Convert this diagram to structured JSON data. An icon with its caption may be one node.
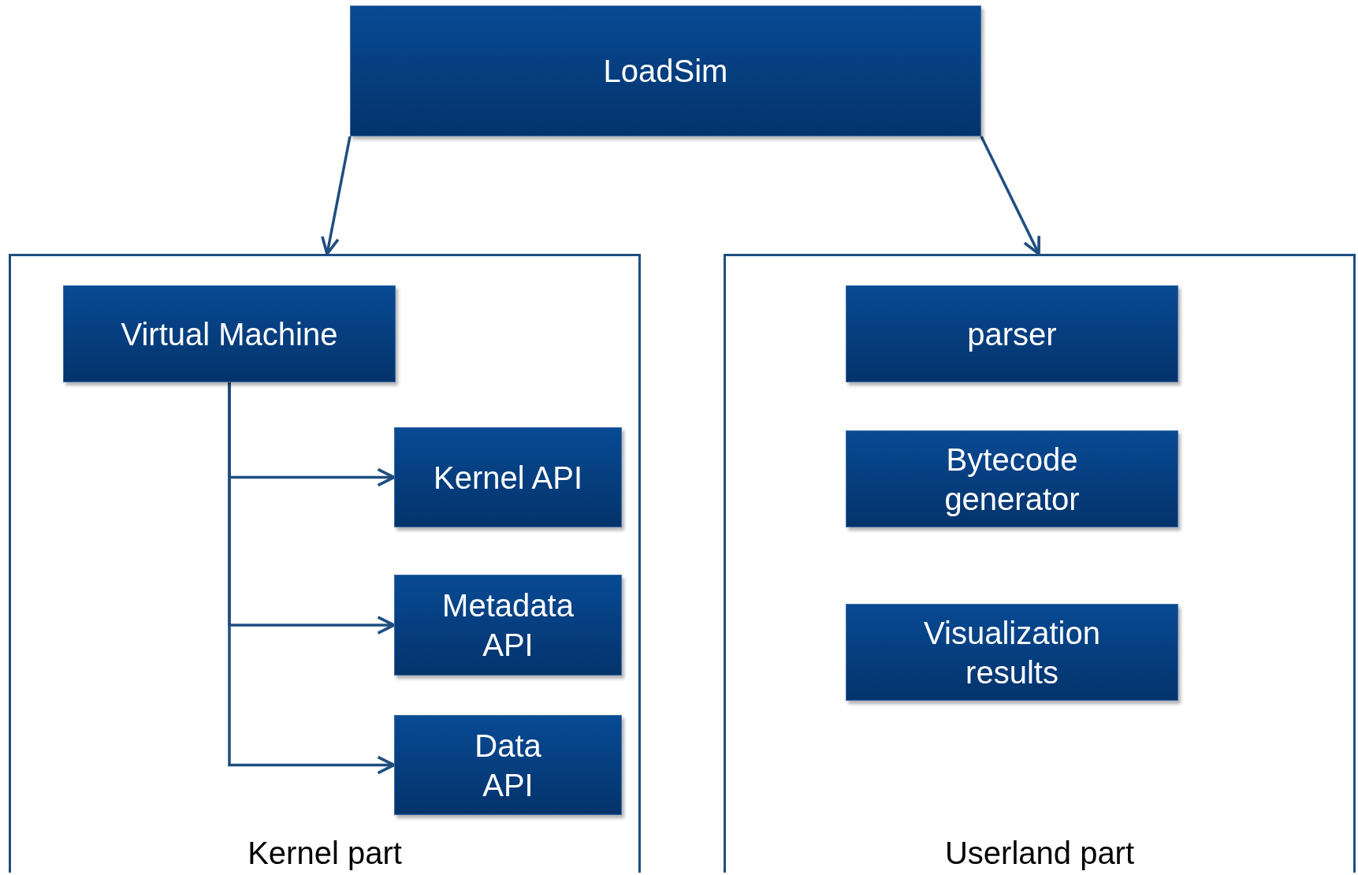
{
  "diagram": {
    "nodes": [
      {
        "text": [
          "LoadSim"
        ]
      },
      {
        "text": [
          "Kernel part"
        ]
      },
      {
        "text": [
          "Virtual Machine"
        ],
        "in": 1
      },
      {
        "text": [
          "Kernel API"
        ],
        "in": 1
      },
      {
        "text": [
          "Metadata API"
        ],
        "in": 1
      },
      {
        "text": [
          "Data API"
        ],
        "in": 1
      },
      {
        "text": [
          "Userland part"
        ]
      },
      {
        "text": [
          "parser"
        ],
        "in": 6
      },
      {
        "text": [
          "Bytecode generator"
        ],
        "in": 6
      },
      {
        "text": [
          "Visualization results"
        ],
        "in": 6
      }
    ],
    "edges": [
      {
        "from": 0,
        "to": 1,
        "arrow": "to"
      },
      {
        "from": 0,
        "to": 6,
        "arrow": "to"
      },
      {
        "from": 2,
        "to": 3,
        "arrow": "to"
      },
      {
        "from": 2,
        "to": 4,
        "arrow": "to"
      },
      {
        "from": 2,
        "to": 5,
        "arrow": "to"
      }
    ]
  }
}
